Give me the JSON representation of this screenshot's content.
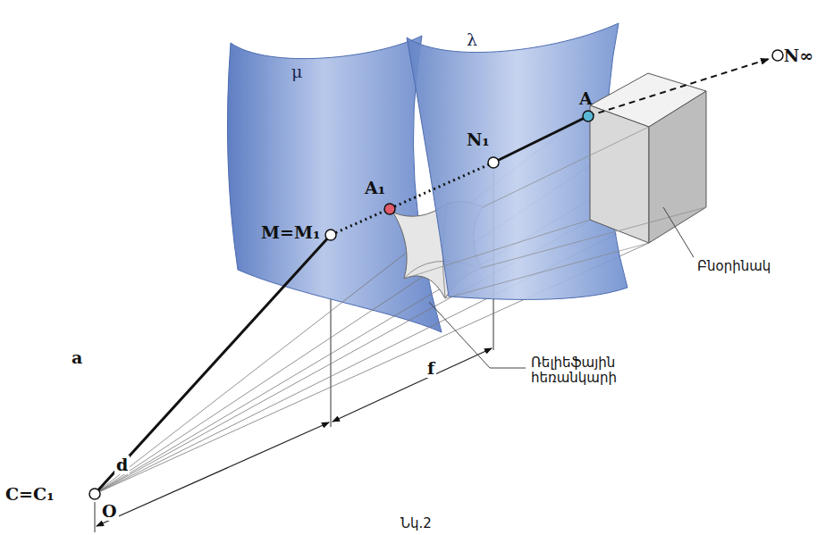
{
  "diagram": {
    "caption": "Նկ.2",
    "labels": [
      "N∞",
      "λ",
      "μ",
      "A",
      "N₁",
      "A₁",
      "M=M₁",
      "a",
      "C=C₁",
      "O",
      "Բնօրինակ",
      "Ռելիեֆային հեռանկարի",
      "f",
      "d"
    ]
  }
}
